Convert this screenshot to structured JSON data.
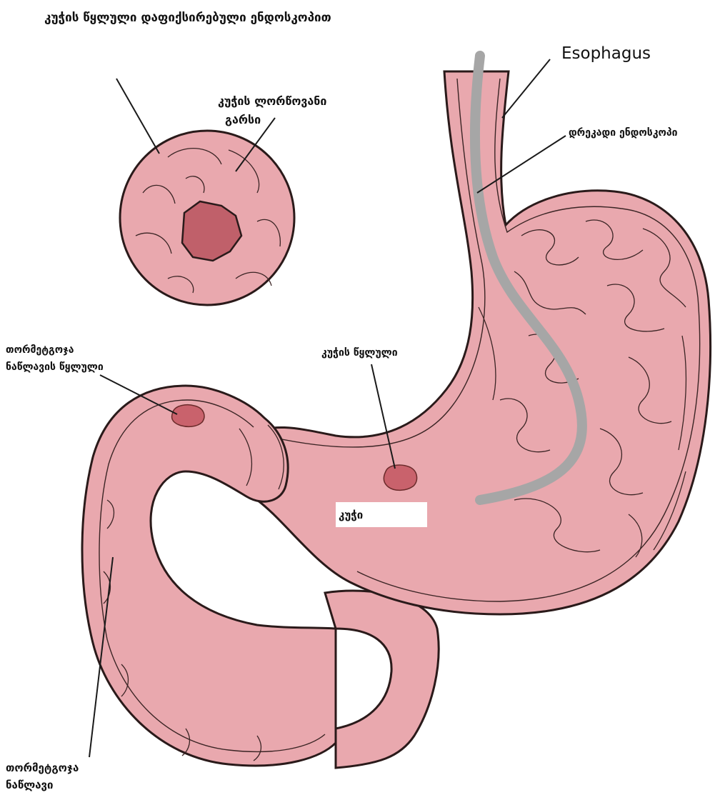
{
  "labels": {
    "top_caption": "კუჭის წყლული დაფიქსირებული ენდოსკოპით",
    "esophagus": "Esophagus",
    "flexible_endoscope": "დრეკადი ენდოსკოპი",
    "stomach_lining_line1": "კუჭის ლორწოვანი",
    "stomach_lining_line2": "გარსი",
    "duodenal_ulcer_line1": "თორმეტგოჯა",
    "duodenal_ulcer_line2": "ნაწლავის წყლული",
    "gastric_ulcer": "კუჭის წყლული",
    "stomach": "კუჭი",
    "duodenum_line1": "თორმეტგოჯა",
    "duodenum_line2": "ნაწლავი"
  },
  "colors": {
    "tissue": "#e9a8ae",
    "ulcer": "#c9626c",
    "endoscope": "#a6a6a6",
    "outline": "#2a1a1a"
  }
}
